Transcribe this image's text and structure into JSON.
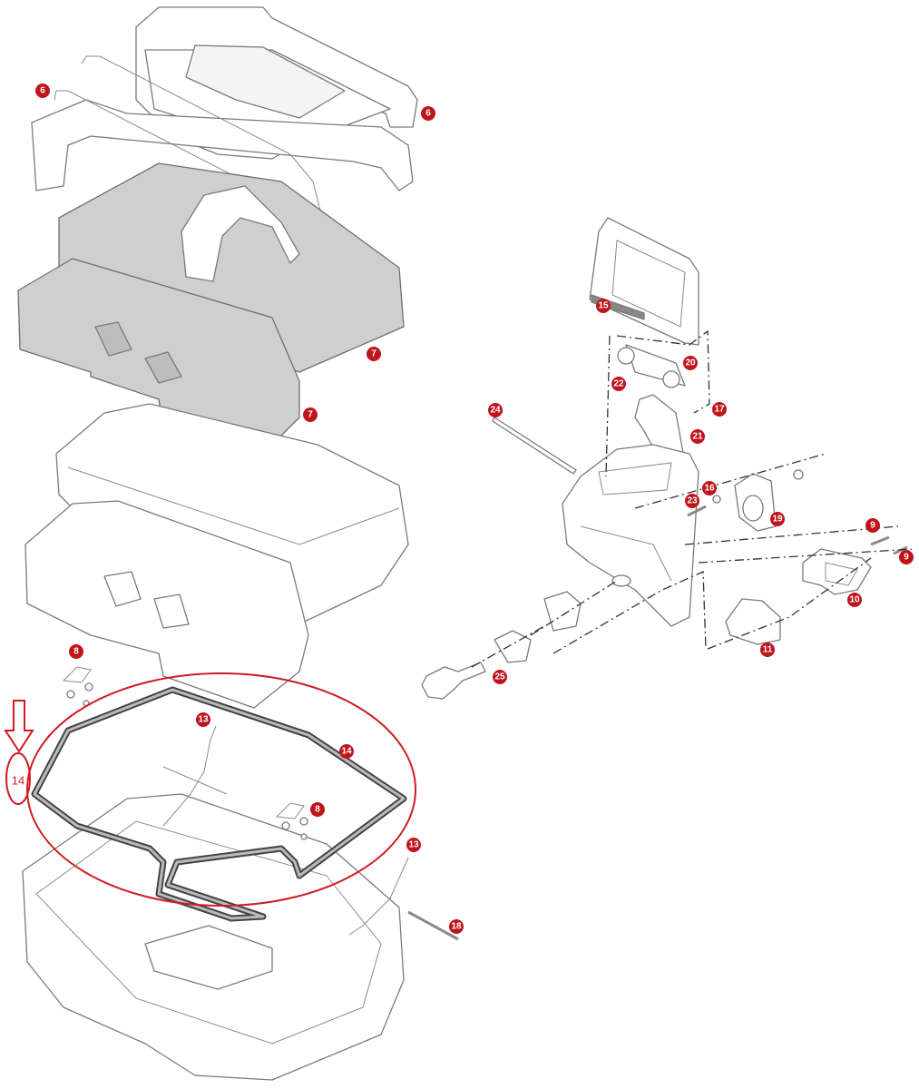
{
  "diagram": {
    "markers": [
      {
        "id": "m6a",
        "label": "6"
      },
      {
        "id": "m6b",
        "label": "6"
      },
      {
        "id": "m7a",
        "label": "7"
      },
      {
        "id": "m7b",
        "label": "7"
      },
      {
        "id": "m8a",
        "label": "8"
      },
      {
        "id": "m8b",
        "label": "8"
      },
      {
        "id": "m13a",
        "label": "13"
      },
      {
        "id": "m13b",
        "label": "13"
      },
      {
        "id": "m14a",
        "label": "14"
      },
      {
        "id": "m18",
        "label": "18"
      },
      {
        "id": "m15",
        "label": "15"
      },
      {
        "id": "m20",
        "label": "20"
      },
      {
        "id": "m22",
        "label": "22"
      },
      {
        "id": "m17",
        "label": "17"
      },
      {
        "id": "m21",
        "label": "21"
      },
      {
        "id": "m24",
        "label": "24"
      },
      {
        "id": "m16",
        "label": "16"
      },
      {
        "id": "m23",
        "label": "23"
      },
      {
        "id": "m19",
        "label": "19"
      },
      {
        "id": "m9a",
        "label": "9"
      },
      {
        "id": "m9b",
        "label": "9"
      },
      {
        "id": "m10",
        "label": "10"
      },
      {
        "id": "m11",
        "label": "11"
      },
      {
        "id": "m25",
        "label": "25"
      }
    ],
    "callout": {
      "label": "14"
    },
    "colors": {
      "marker": "#c0141c",
      "highlight": "#d11a22",
      "panel": "#cfcfcf"
    }
  }
}
